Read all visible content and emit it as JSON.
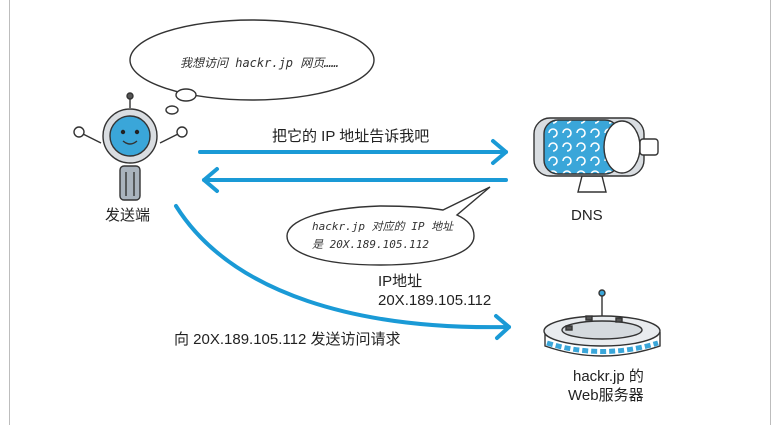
{
  "bubble_request": {
    "text": "我想访问 hackr.jp 网页……"
  },
  "arrow_query": {
    "text": "把它的 IP 地址告诉我吧"
  },
  "client": {
    "label": "发送端",
    "icon": "robot-icon"
  },
  "dns": {
    "label": "DNS",
    "icon": "dns-server-icon"
  },
  "bubble_reply": {
    "line1": "hackr.jp 对应的 IP 地址",
    "line2": "是 20X.189.105.112"
  },
  "ip_label": {
    "line1": "IP地址",
    "line2": "20X.189.105.112"
  },
  "request_label": {
    "text": "向 20X.189.105.112 发送访问请求"
  },
  "web_server": {
    "line1": "hackr.jp 的",
    "line2": "Web服务器",
    "icon": "web-server-icon"
  },
  "colors": {
    "arrow": "#1a9ad6",
    "accent_blue": "#3aa6d9",
    "outline": "#333333"
  }
}
